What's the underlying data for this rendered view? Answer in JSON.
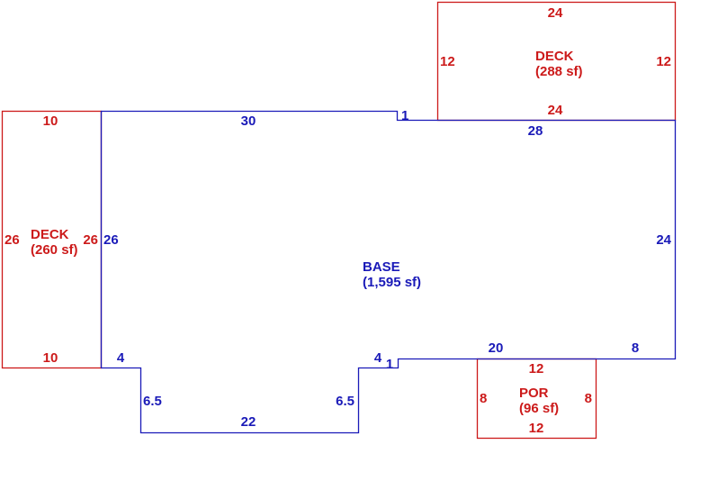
{
  "colors": {
    "base": "#1a1ab8",
    "addition": "#cc1a1a",
    "background": "#ffffff"
  },
  "areas": {
    "base": {
      "name": "BASE",
      "area": "(1,595 sf)",
      "dims": {
        "top_main": "30",
        "top_jog": "1",
        "top_right": "28",
        "right": "24",
        "bottom_right": "20",
        "bottom_right_end": "8",
        "jog_right_horizontal": "4",
        "jog_right_vertical": "1",
        "left": "26",
        "notch_left_top": "4",
        "notch_left_side": "6.5",
        "notch_right_side": "6.5",
        "notch_bottom": "22"
      }
    },
    "deck_top": {
      "name": "DECK",
      "area": "(288 sf)",
      "dims": {
        "top": "24",
        "left": "12",
        "right": "12",
        "bottom": "24"
      }
    },
    "deck_left": {
      "name": "DECK",
      "area": "(260 sf)",
      "dims": {
        "top": "10",
        "left": "26",
        "right": "26",
        "bottom": "10"
      }
    },
    "porch": {
      "name": "POR",
      "area": "(96 sf)",
      "dims": {
        "top": "12",
        "left": "8",
        "right": "8",
        "bottom": "12"
      }
    }
  }
}
